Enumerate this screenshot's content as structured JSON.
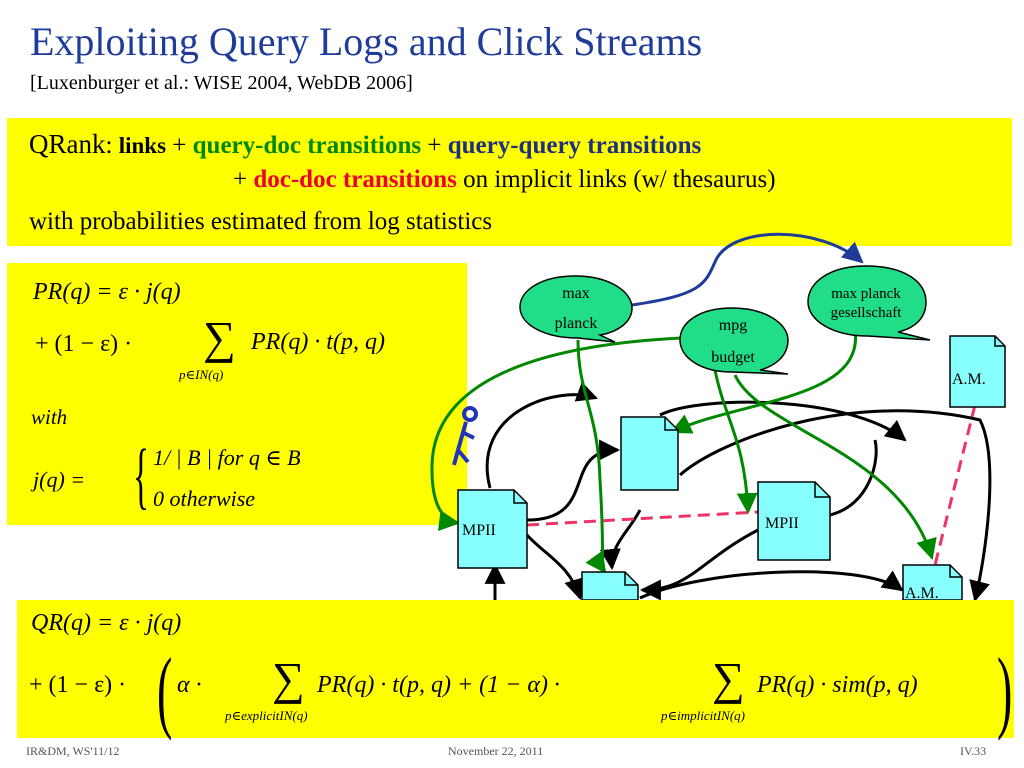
{
  "slide": {
    "title": "Exploiting Query Logs and Click Streams",
    "citation": "[Luxenburger et al.: WISE 2004, WebDB 2006]"
  },
  "qrank": {
    "label": "QRank",
    "colon": ":",
    "links": "links",
    "plus1": "+",
    "query_doc": "query-doc transitions",
    "plus2": "+",
    "query_query": "query-query transitions",
    "plus3": "+",
    "doc_doc": "doc-doc transitions",
    "implicit_links": "on implicit links (w/ thesaurus)",
    "line3": "with probabilities estimated from log statistics",
    "colors": {
      "query_doc": "#008800",
      "query_query": "#1f2f7f",
      "doc_doc": "#ee0033"
    }
  },
  "pr_formula": {
    "line1": "PR(q) = ε · j(q)",
    "line2_prefix": "+ (1 − ε) ·",
    "sum_term": "PR(q) · t(p, q)",
    "sum_index": "p∈IN(q)",
    "with": "with",
    "j_lhs": "j(q) =",
    "case1": "1/ | B |   for q ∈ B",
    "case2": "0        otherwise"
  },
  "qr_formula": {
    "line1": "QR(q) = ε · j(q)",
    "prefix": "+ (1 − ε) ·",
    "alpha": "α ·",
    "term1": "PR(q) · t(p, q) + (1 − α) ·",
    "index1": "p∈explicitIN(q)",
    "term2": "PR(q) · sim(p, q)",
    "index2": "p∈implicitIN(q)"
  },
  "graph": {
    "queries": [
      "max planck",
      "mpg budget",
      "max planck gesellschaft"
    ],
    "docs": [
      "MPII",
      "MPII",
      "A.M.",
      "A.M."
    ],
    "colors": {
      "explicit": "#000000",
      "click": "#008800",
      "query_query": "#1f3c99",
      "implicit": "#ee0033",
      "query_fill": "#22dd88",
      "doc_fill": "#88ffff",
      "user": "#2233bb"
    }
  },
  "footer": {
    "left": "IR&DM, WS'11/12",
    "center": "November 22, 2011",
    "right": "IV.33"
  }
}
